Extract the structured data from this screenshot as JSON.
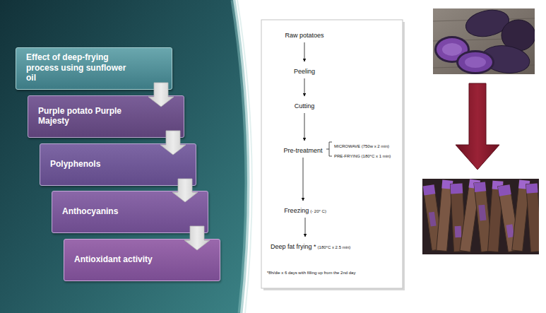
{
  "diagram": {
    "nodes": [
      {
        "text": [
          "Effect of deep-frying process using sunflower oil"
        ]
      },
      {
        "text": [
          "Purple potato Purple Majesty"
        ]
      },
      {
        "text": [
          "Polyphenols"
        ]
      },
      {
        "text": [
          "Anthocyanins"
        ]
      },
      {
        "text": [
          "Antioxidant activity"
        ]
      },
      {
        "text": [
          "Raw potatoes"
        ]
      },
      {
        "text": [
          "Peeling"
        ]
      },
      {
        "text": [
          "Cutting"
        ]
      },
      {
        "text": [
          "Pre-treatment"
        ]
      },
      {
        "text": [
          "Freezing",
          "(- 20° C)"
        ]
      },
      {
        "text": [
          "Deep fat frying *",
          "(180°C x 2.5 min)"
        ]
      }
    ],
    "edges": [
      {
        "from": 0,
        "to": 1,
        "arrow": "to"
      },
      {
        "from": 1,
        "to": 2,
        "arrow": "to"
      },
      {
        "from": 2,
        "to": 3,
        "arrow": "to"
      },
      {
        "from": 3,
        "to": 4,
        "arrow": "to"
      },
      {
        "from": 5,
        "to": 6,
        "arrow": "to"
      },
      {
        "from": 6,
        "to": 7,
        "arrow": "to"
      },
      {
        "from": 7,
        "to": 8,
        "arrow": "to"
      },
      {
        "from": 8,
        "to": 9,
        "arrow": "to"
      },
      {
        "from": 9,
        "to": 10,
        "arrow": "to"
      }
    ],
    "labels": [
      "MICROWAVE (750w x 2 min)",
      "PRE-FRYING (180°C x 1 min)",
      "*8h/die x 6 days with filling up from the 2nd day"
    ]
  }
}
